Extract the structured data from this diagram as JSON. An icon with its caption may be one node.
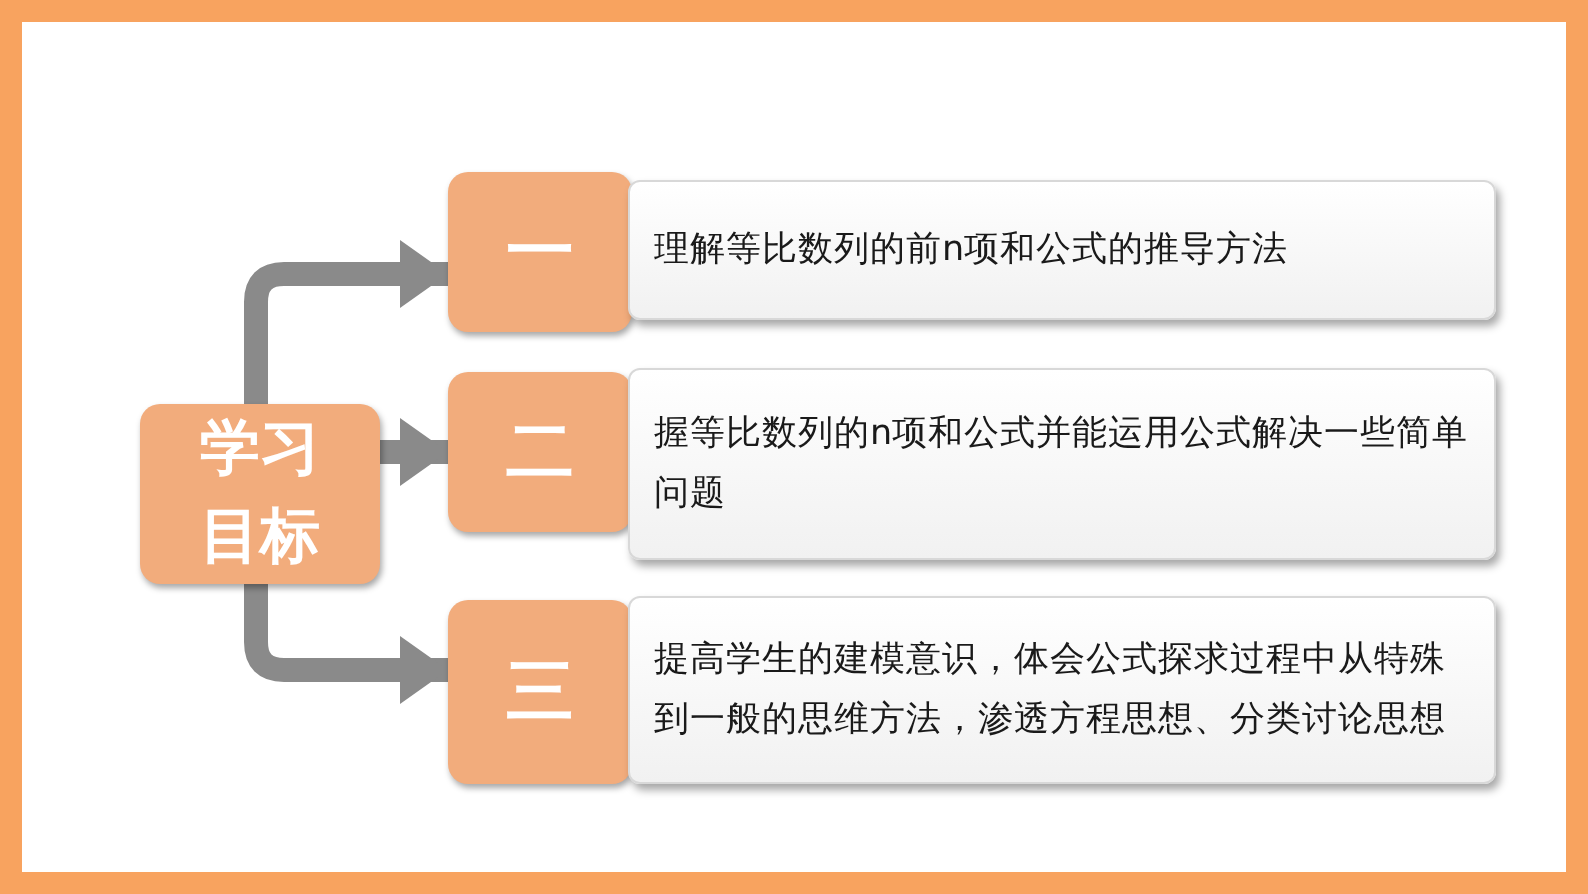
{
  "diagram": {
    "nodes": [
      {
        "text": [
          "学习目标"
        ]
      },
      {
        "text": [
          "一"
        ]
      },
      {
        "text": [
          "二"
        ]
      },
      {
        "text": [
          "三"
        ]
      },
      {
        "text": [
          "理解等比数列的前n项和公式的推导方法"
        ]
      },
      {
        "text": [
          "握等比数列的n项和公式并能运用公式解决一些简单问题"
        ]
      },
      {
        "text": [
          "提高学生的建模意识，体会公式探求过程中从特殊到一般的思维方法，渗透方程思想、分类讨论思想"
        ]
      }
    ],
    "edges": [
      {
        "from": 0,
        "to": 1,
        "arrow": "to"
      },
      {
        "from": 0,
        "to": 2,
        "arrow": "to"
      },
      {
        "from": 0,
        "to": 3,
        "arrow": "to"
      }
    ]
  }
}
